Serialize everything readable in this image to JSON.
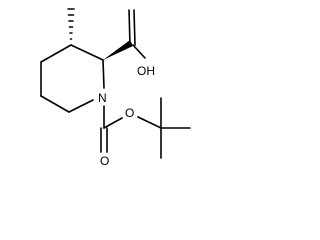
{
  "molecule": {
    "atoms": {
      "acid_hydroxyl": "OH",
      "ring_nitrogen": "N",
      "carbamate_ester_oxygen": "O",
      "carbamate_carbonyl_oxygen": "O"
    }
  }
}
